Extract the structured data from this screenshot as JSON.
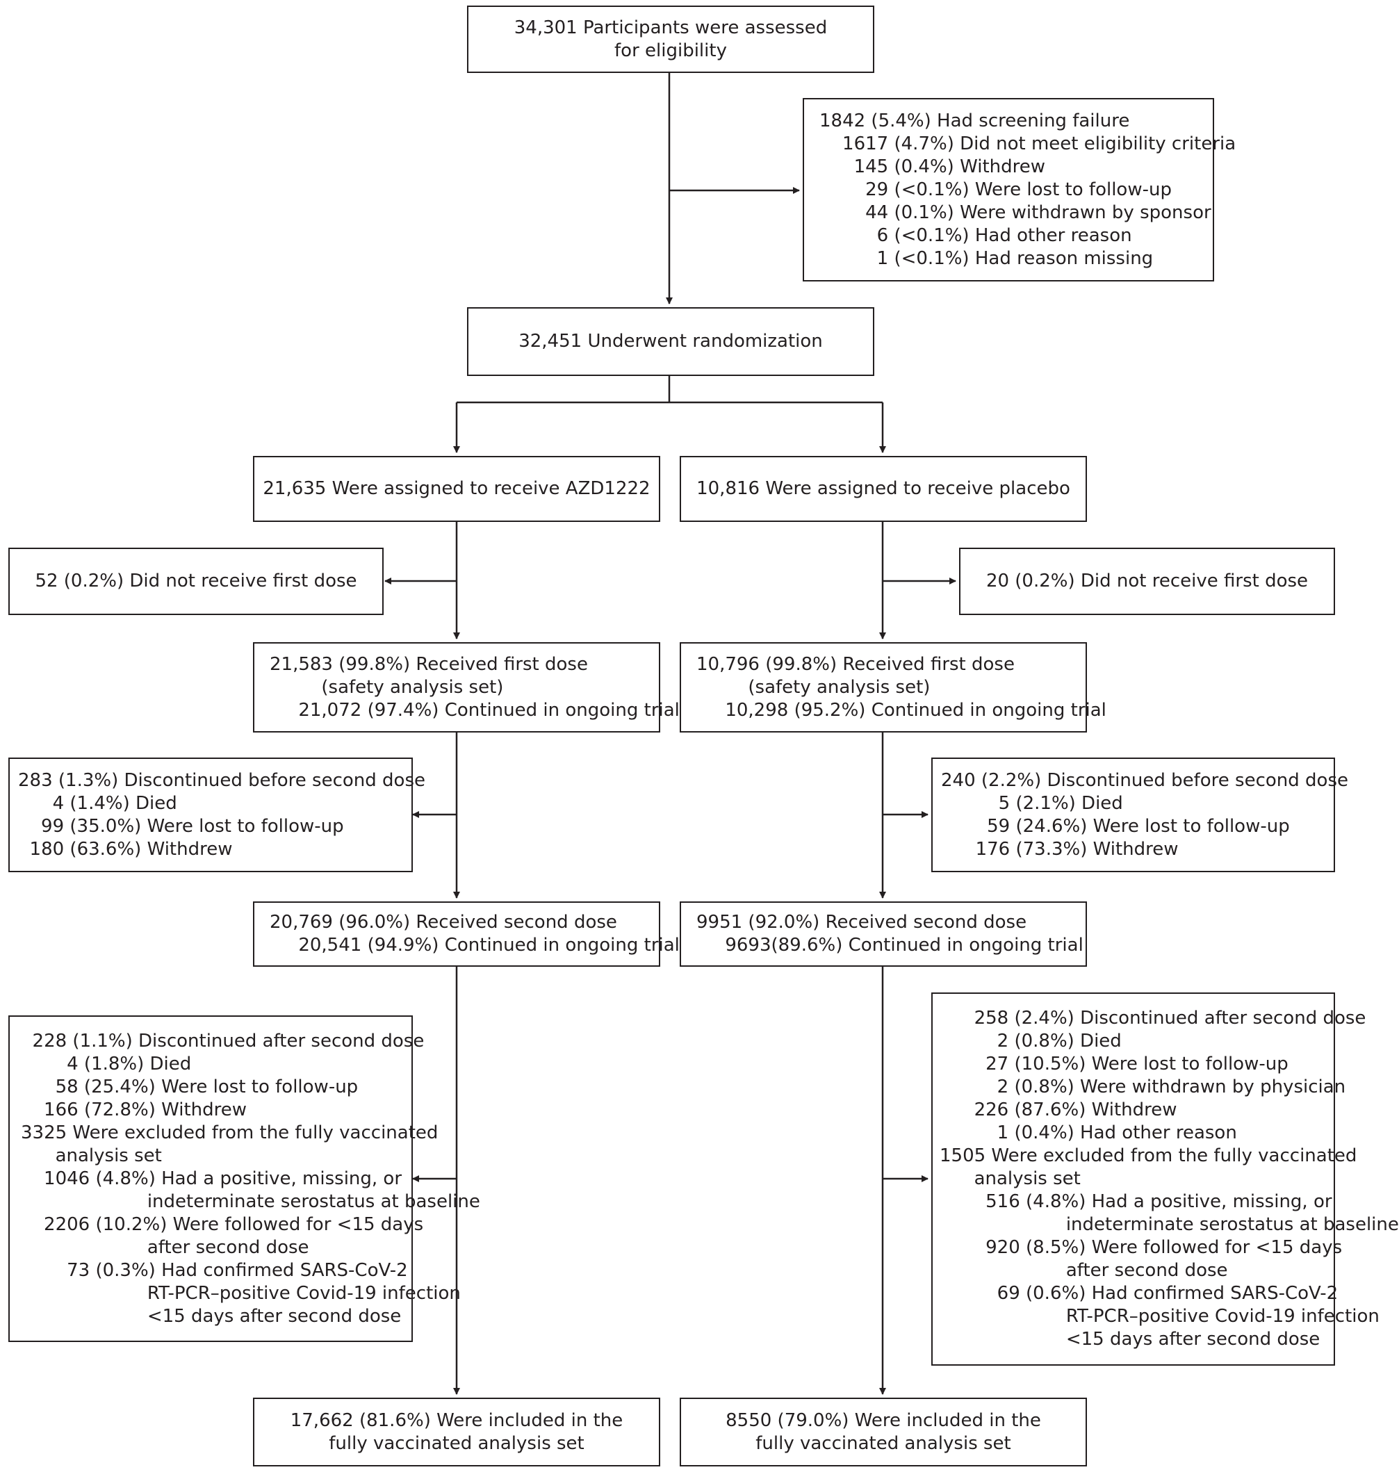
{
  "assessed": {
    "lines": [
      "34,301 Participants were assessed",
      "for eligibility"
    ]
  },
  "screening_failure": {
    "lines": [
      "1842 (5.4%) Had screening failure",
      "    1617 (4.7%) Did not meet eligibility criteria",
      "      145 (0.4%) Withdrew",
      "        29 (<0.1%) Were lost to follow-up",
      "        44 (0.1%) Were withdrawn by sponsor",
      "          6 (<0.1%) Had other reason",
      "          1 (<0.1%) Had reason missing"
    ]
  },
  "randomized": {
    "lines": [
      "32,451 Underwent randomization"
    ]
  },
  "arms": {
    "azd": {
      "assigned": {
        "lines": [
          "21,635 Were assigned to receive AZD1222"
        ]
      },
      "no_first_dose": {
        "lines": [
          "52 (0.2%) Did not receive first dose"
        ]
      },
      "first_dose": {
        "lines": [
          "21,583 (99.8%) Received first dose",
          "         (safety analysis set)",
          "     21,072 (97.4%) Continued in ongoing trial"
        ]
      },
      "disc_before_second": {
        "lines": [
          "283 (1.3%) Discontinued before second dose",
          "      4 (1.4%) Died",
          "    99 (35.0%) Were lost to follow-up",
          "  180 (63.6%) Withdrew"
        ]
      },
      "second_dose": {
        "lines": [
          "20,769 (96.0%) Received second dose",
          "     20,541 (94.9%) Continued in ongoing trial"
        ]
      },
      "disc_after_second": {
        "lines": [
          "  228 (1.1%) Discontinued after second dose",
          "        4 (1.8%) Died",
          "      58 (25.4%) Were lost to follow-up",
          "    166 (72.8%) Withdrew",
          "3325 Were excluded from the fully vaccinated",
          "      analysis set",
          "    1046 (4.8%) Had a positive, missing, or",
          "                      indeterminate serostatus at baseline",
          "    2206 (10.2%) Were followed for <15 days",
          "                      after second dose",
          "        73 (0.3%) Had confirmed SARS-CoV-2",
          "                      RT-PCR–positive Covid-19 infection",
          "                      <15 days after second dose"
        ]
      },
      "fully_vaccinated": {
        "lines": [
          "17,662 (81.6%) Were included in the",
          "fully vaccinated analysis set"
        ]
      }
    },
    "placebo": {
      "assigned": {
        "lines": [
          "10,816 Were assigned to receive placebo"
        ]
      },
      "no_first_dose": {
        "lines": [
          "20 (0.2%) Did not receive first dose"
        ]
      },
      "first_dose": {
        "lines": [
          "10,796 (99.8%) Received first dose",
          "         (safety analysis set)",
          "     10,298 (95.2%) Continued in ongoing trial"
        ]
      },
      "disc_before_second": {
        "lines": [
          "240 (2.2%) Discontinued before second dose",
          "          5 (2.1%) Died",
          "        59 (24.6%) Were lost to follow-up",
          "      176 (73.3%) Withdrew"
        ]
      },
      "second_dose": {
        "lines": [
          "9951 (92.0%) Received second dose",
          "     9693(89.6%) Continued in ongoing trial"
        ]
      },
      "disc_after_second": {
        "lines": [
          "      258 (2.4%) Discontinued after second dose",
          "          2 (0.8%) Died",
          "        27 (10.5%) Were lost to follow-up",
          "          2 (0.8%) Were withdrawn by physician",
          "      226 (87.6%) Withdrew",
          "          1 (0.4%) Had other reason",
          "1505 Were excluded from the fully vaccinated",
          "      analysis set",
          "        516 (4.8%) Had a positive, missing, or",
          "                      indeterminate serostatus at baseline",
          "        920 (8.5%) Were followed for <15 days",
          "                      after second dose",
          "          69 (0.6%) Had confirmed SARS-CoV-2",
          "                      RT-PCR–positive Covid-19 infection",
          "                      <15 days after second dose"
        ]
      },
      "fully_vaccinated": {
        "lines": [
          "8550 (79.0%) Were included in the",
          "fully vaccinated analysis set"
        ]
      }
    }
  }
}
